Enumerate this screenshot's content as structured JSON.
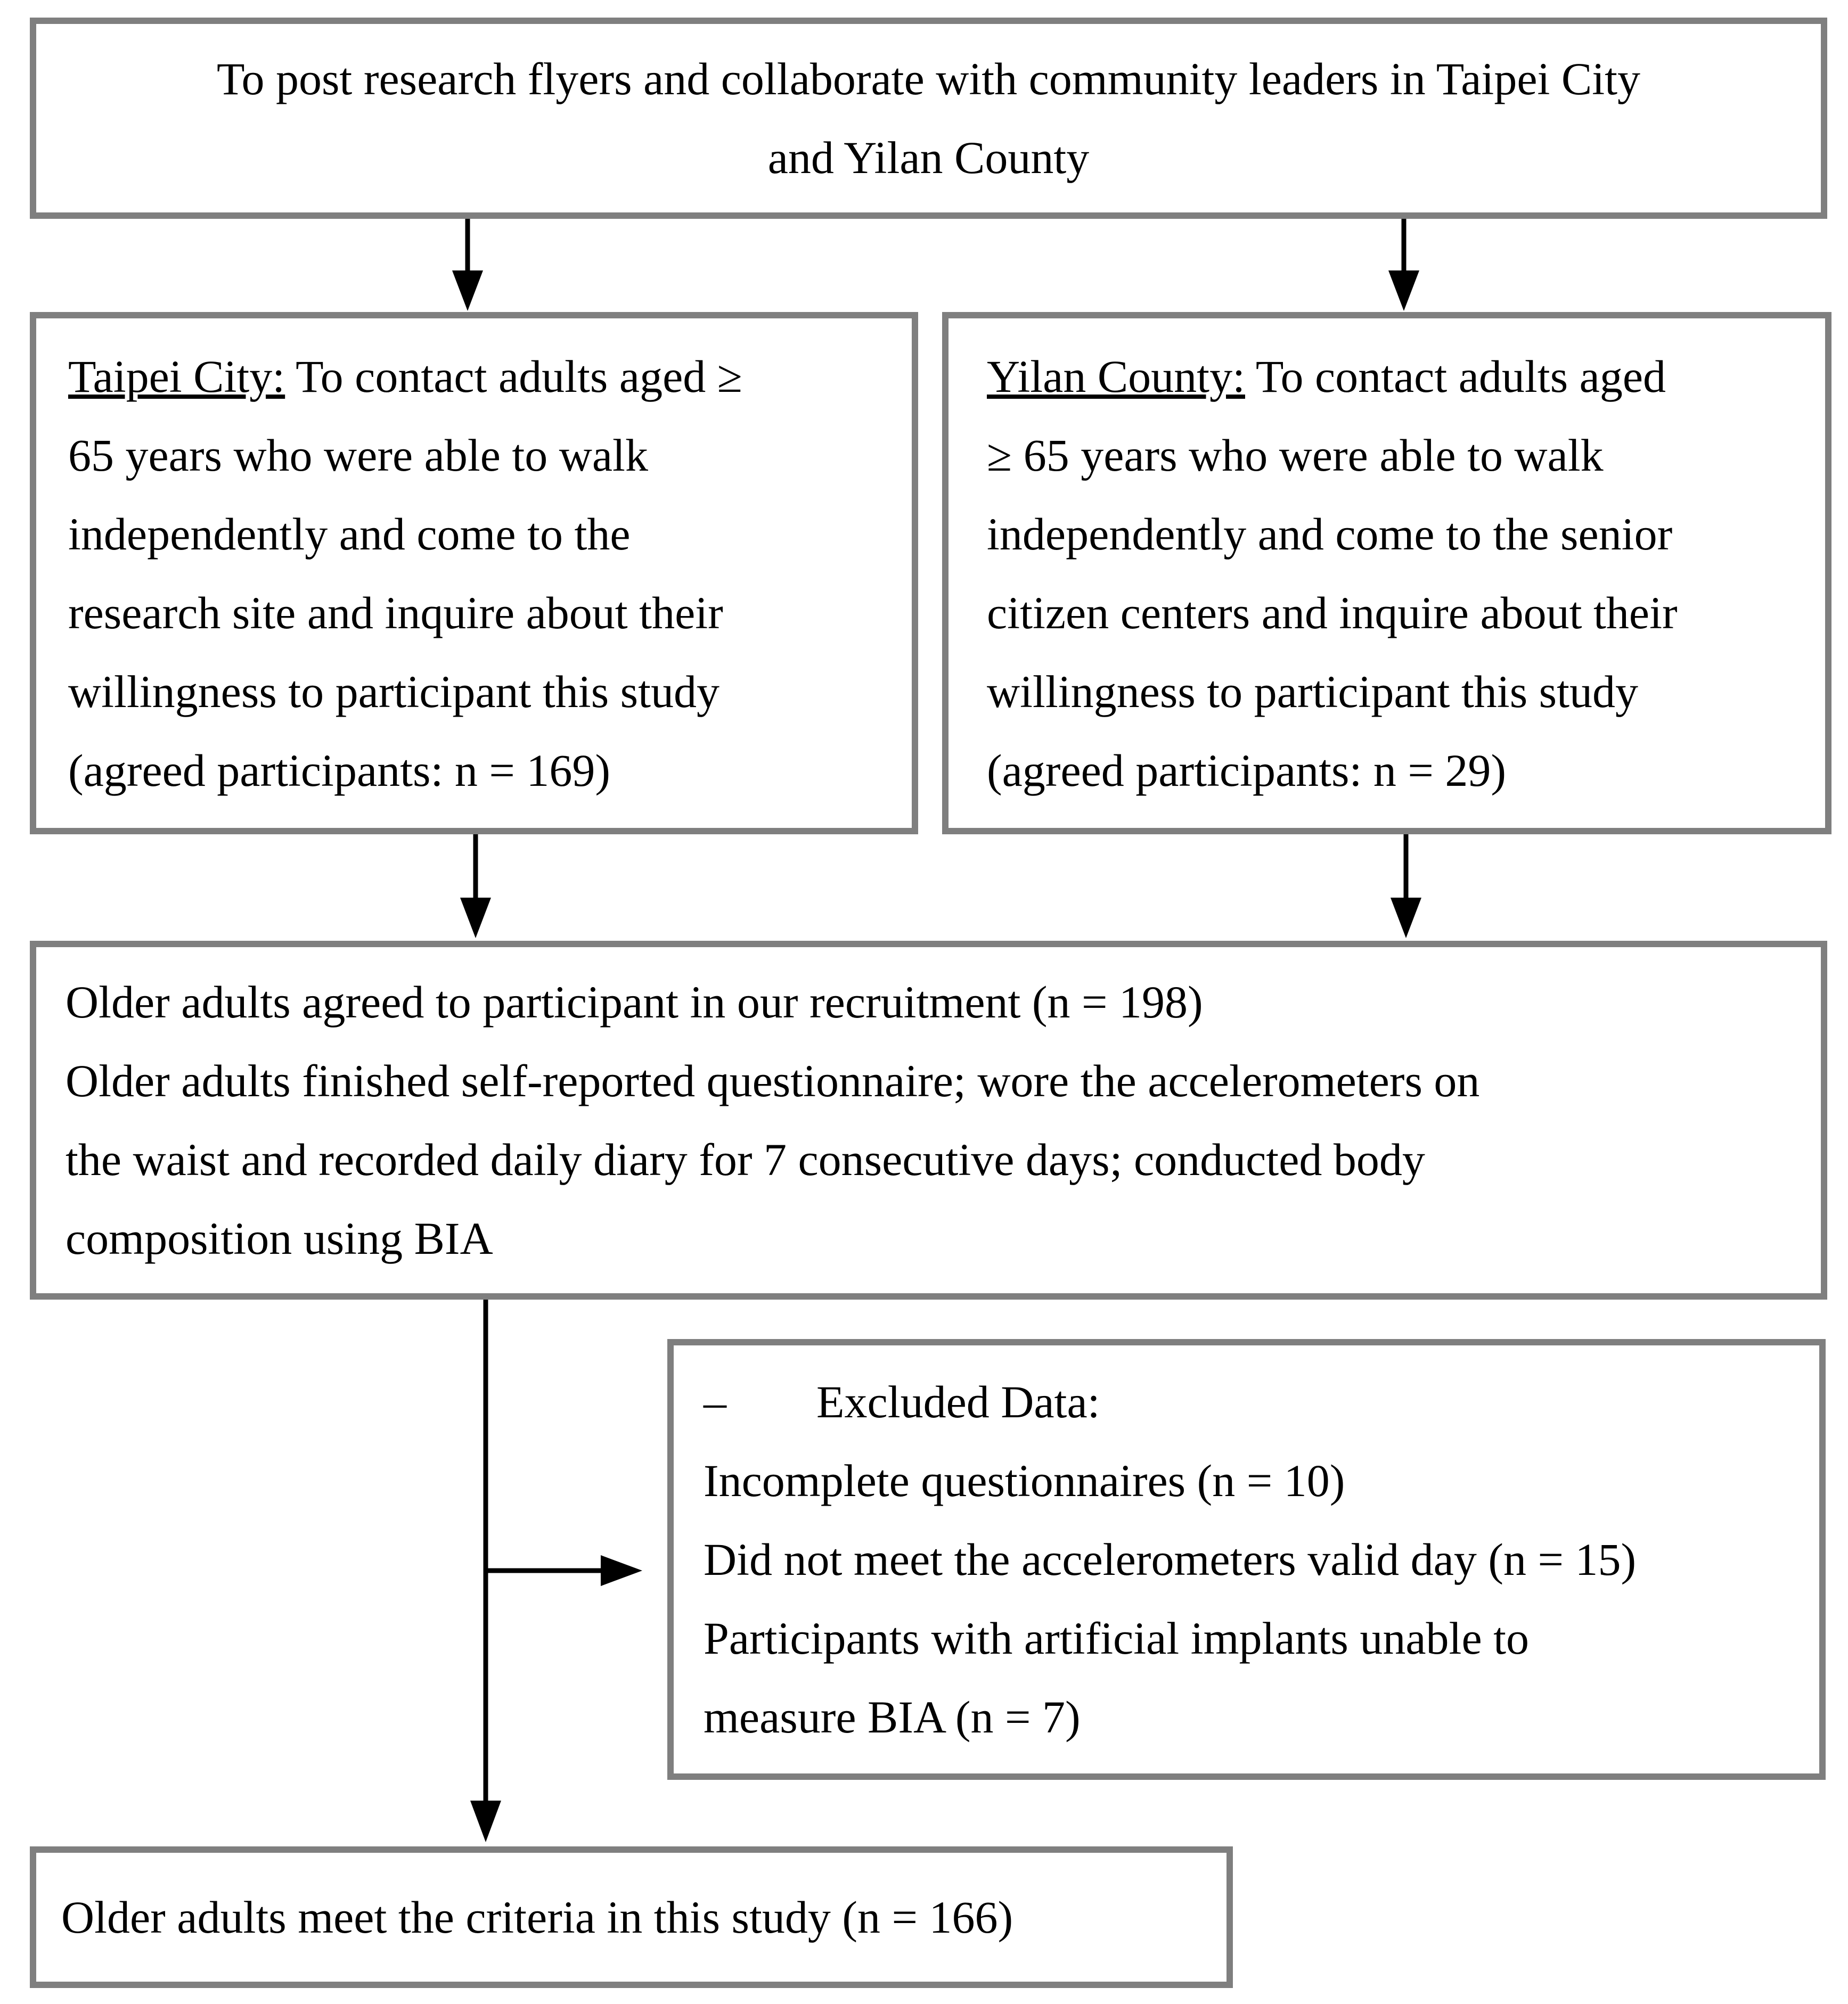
{
  "figure": {
    "type": "flowchart",
    "colors": {
      "background": "#ffffff",
      "box_border": "#7f7f7f",
      "text": "#000000",
      "arrow": "#000000"
    },
    "boxes": {
      "top": {
        "text": "To post research flyers and collaborate with community leaders in Taipei City\nand Yilan County"
      },
      "taipei": {
        "label": "Taipei City:",
        "text": " To contact adults aged ≥\n65 years who were able to walk\nindependently and come to the\nresearch site and inquire about their\nwillingness to participant this study\n(agreed participants: n = 169)"
      },
      "yilan": {
        "label": "Yilan County:",
        "text": " To contact adults aged\n≥ 65 years who were able to walk\nindependently and come to the senior\ncitizen centers and inquire about their\nwillingness to participant this study\n(agreed participants: n = 29)"
      },
      "recruited": {
        "text": "Older adults agreed to participant in our recruitment (n = 198)\nOlder adults finished self-reported questionnaire; wore the accelerometers on\nthe waist and recorded daily diary for 7 consecutive days; conducted body\ncomposition using BIA"
      },
      "excluded": {
        "bullet": "–",
        "title": "Excluded Data:",
        "items": "Incomplete questionnaires (n = 10)\nDid not meet the accelerometers valid day (n = 15)\nParticipants with artificial implants unable to\nmeasure BIA (n = 7)"
      },
      "final": {
        "text": "Older adults meet the criteria in this study (n = 166)"
      }
    }
  }
}
